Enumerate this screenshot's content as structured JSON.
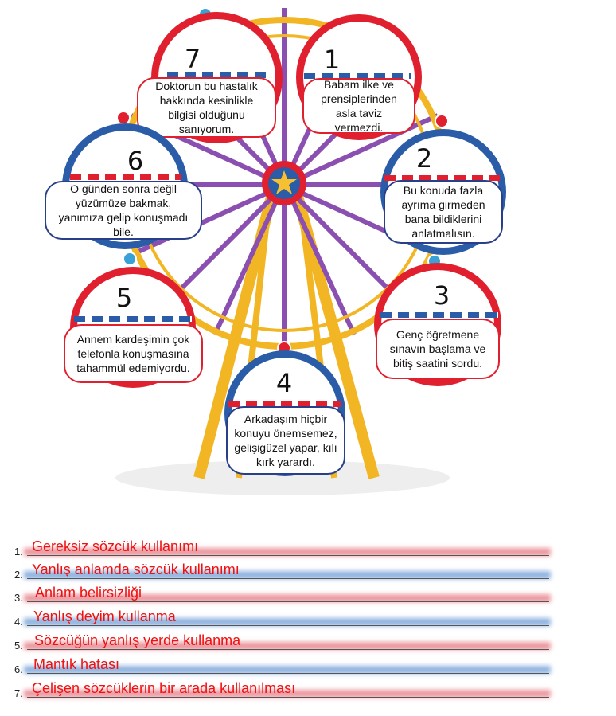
{
  "cabins": [
    {
      "number": "7",
      "text": "Doktorun bu hastalık hakkında kesinlikle bilgisi olduğunu sanıyorum."
    },
    {
      "number": "1",
      "text": "Babam ilke ve prensiplerinden asla taviz vermezdi."
    },
    {
      "number": "6",
      "text": "O günden sonra değil yüzümüze bakmak, yanımıza gelip konuşmadı bile."
    },
    {
      "number": "2",
      "text": "Bu konuda fazla ayrıma girmeden bana bildiklerini anlatmalısın."
    },
    {
      "number": "5",
      "text": "Annem kardeşimin çok telefonla konuşmasına tahammül edemiyordu."
    },
    {
      "number": "3",
      "text": "Genç öğretmene sınavın başlama ve bitiş saatini sordu."
    },
    {
      "number": "4",
      "text": "Arkadaşım hiçbir konuyu önemsemez, gelişigüzel yapar, kılı kırk yarardı."
    }
  ],
  "answers": [
    {
      "index": "1.",
      "text": "Gereksiz sözcük kullanımı"
    },
    {
      "index": "2.",
      "text": "Yanlış anlamda sözcük kullanımı"
    },
    {
      "index": "3.",
      "text": "Anlam belirsizliği"
    },
    {
      "index": "4.",
      "text": "Yanlış deyim kullanma"
    },
    {
      "index": "5.",
      "text": "Sözcüğün yanlış yerde kullanma"
    },
    {
      "index": "6.",
      "text": "Mantık hatası"
    },
    {
      "index": "7.",
      "text": "Çelişen sözcüklerin bir arada kullanılması"
    }
  ],
  "colors": {
    "red": "#e0202e",
    "blue": "#2a5ca8",
    "yellow": "#f2b624",
    "purple": "#8a4fb0",
    "answer_text": "#f01010"
  }
}
